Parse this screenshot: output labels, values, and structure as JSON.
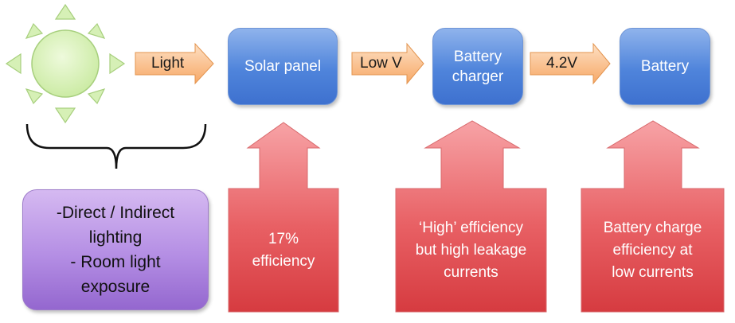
{
  "colors": {
    "blue_box": "#4f84db",
    "orange_arrow": "#fbc08e",
    "red_arrow": "#e0454b",
    "purple_box": "#b48ee4",
    "sun": "#d6f0b6"
  },
  "source": {
    "icon": "sun-icon"
  },
  "flow_arrows": [
    {
      "label": "Light"
    },
    {
      "label": "Low V"
    },
    {
      "label": "4.2V"
    }
  ],
  "stages": [
    {
      "label": "Solar panel"
    },
    {
      "label": "Battery charger"
    },
    {
      "label": "Battery"
    }
  ],
  "losses": [
    {
      "lines": [
        "17%",
        "efficiency"
      ]
    },
    {
      "lines": [
        "‘High’ efficiency",
        "but high leakage",
        "currents"
      ]
    },
    {
      "lines": [
        "Battery charge",
        "efficiency at",
        "low currents"
      ]
    }
  ],
  "lighting_notes": {
    "lines": [
      "-Direct / Indirect",
      "lighting",
      "- Room light",
      "exposure"
    ]
  }
}
